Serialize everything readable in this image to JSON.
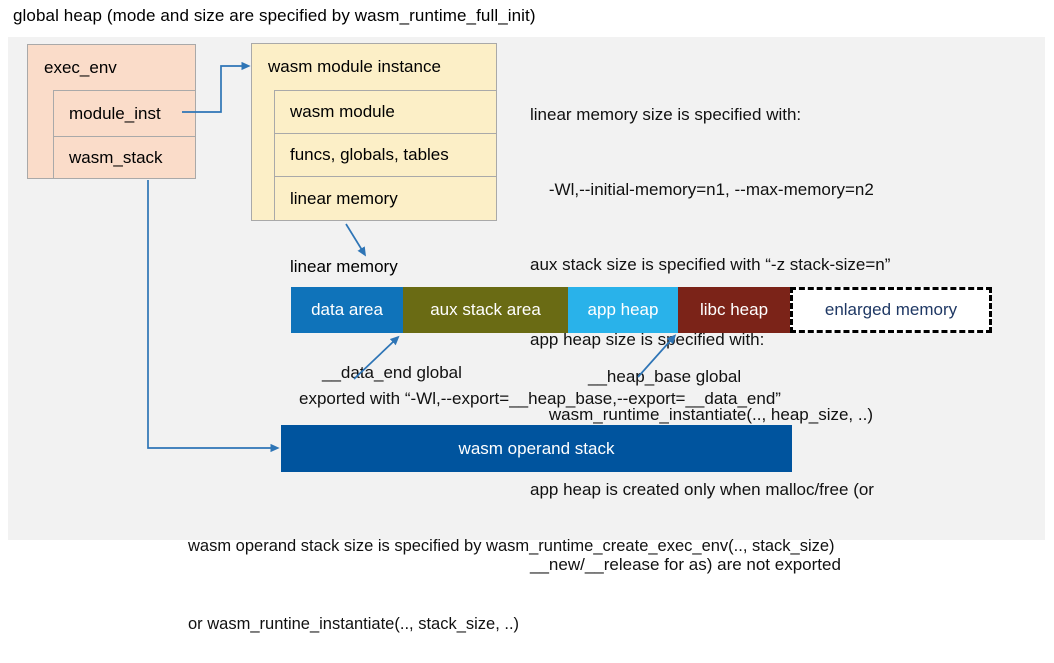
{
  "title": "global heap (mode and size are specified by wasm_runtime_full_init)",
  "colors": {
    "panel_bg": "#F2F2F2",
    "salmon_box": "#FADCC9",
    "cream_box": "#FCEFC7",
    "box_border": "#A9A9A9",
    "arrow": "#2E75B6",
    "operand_stack": "#00549E"
  },
  "exec_env": {
    "title": "exec_env",
    "rows": [
      {
        "label": "module_inst"
      },
      {
        "label": "wasm_stack"
      }
    ]
  },
  "module_instance": {
    "title": "wasm module instance",
    "rows": [
      {
        "label": "wasm module"
      },
      {
        "label": "funcs, globals, tables"
      },
      {
        "label": "linear memory"
      }
    ]
  },
  "notes": {
    "lines": [
      "linear memory size is specified with:",
      "    -Wl,--initial-memory=n1, --max-memory=n2",
      "aux stack size is specified with “-z stack-size=n”",
      "app heap size is specified with:",
      "    wasm_runtime_instantiate(.., heap_size, ..)",
      "app heap is created only when malloc/free (or",
      "__new/__release for as) are not exported"
    ]
  },
  "linear_memory": {
    "label": "linear memory",
    "segments": [
      {
        "label": "data area",
        "color": "#0F73BA",
        "text": "#FFFFFF"
      },
      {
        "label": "aux stack area",
        "color": "#6A6B14",
        "text": "#FFFFFF"
      },
      {
        "label": "app heap",
        "color": "#29B2EA",
        "text": "#FFFFFF"
      },
      {
        "label": "libc heap",
        "color": "#7B2318",
        "text": "#FFFFFF"
      },
      {
        "label": "enlarged memory",
        "color": "#FFFFFF",
        "text": "#1F3864"
      }
    ]
  },
  "annotations": {
    "data_end_label": "__data_end global",
    "heap_base_label": "__heap_base global",
    "exported_line": "exported with “-Wl,--export=__heap_base,--export=__data_end”"
  },
  "operand_stack": {
    "label": "wasm operand stack",
    "notes": [
      "wasm operand stack size is specified by wasm_runtime_create_exec_env(.., stack_size)",
      "or wasm_runtine_instantiate(.., stack_size, ..)"
    ]
  }
}
